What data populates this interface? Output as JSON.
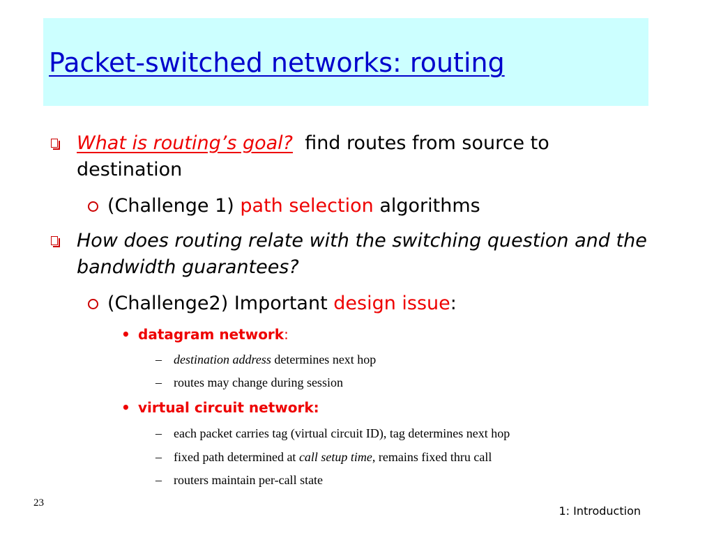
{
  "slide": {
    "title": "Packet-switched networks: routing",
    "page_number": "23",
    "footer": "1: Introduction"
  },
  "bullets": {
    "b1": {
      "question": "What is routing’s goal?",
      "answer": "find routes from source to destination",
      "sub1": {
        "prefix": "(Challenge 1) ",
        "highlight": "path selection",
        "suffix": " algorithms"
      }
    },
    "b2": {
      "question": "How does routing relate with the switching question and the bandwidth guarantees?",
      "sub1": {
        "prefix": "(Challenge2) Important ",
        "highlight": "design issue",
        "suffix": ":"
      },
      "datagram": {
        "label": "datagram network",
        "colon": ":",
        "item1_em": "destination address",
        "item1_rest": " determines next hop",
        "item2": "routes may change during session"
      },
      "virtual_circuit": {
        "label": "virtual circuit network:",
        "item1": "each packet carries tag  (virtual circuit ID), tag determines next hop",
        "item2_pre": "fixed path determined at ",
        "item2_em": "call setup time",
        "item2_post": ", remains fixed thru call",
        "item3": "routers maintain per-call state"
      }
    }
  },
  "colors": {
    "title_bg": "#ccffff",
    "title_text": "#0000cc",
    "accent_red": "#ee0000"
  }
}
